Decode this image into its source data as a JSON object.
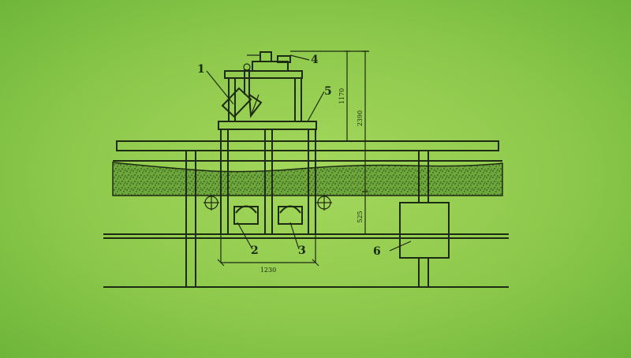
{
  "diagram": {
    "callouts": [
      {
        "label": "1"
      },
      {
        "label": "2"
      },
      {
        "label": "3"
      },
      {
        "label": "4"
      },
      {
        "label": "5"
      },
      {
        "label": "6"
      }
    ],
    "dimensions": {
      "height_top": "1170",
      "height_total": "2390",
      "height_bottom": "525",
      "width_frame": "1230"
    },
    "colors": {
      "background": "#8ec94c",
      "line": "#1d2b12",
      "material": "#3f6a22"
    }
  }
}
